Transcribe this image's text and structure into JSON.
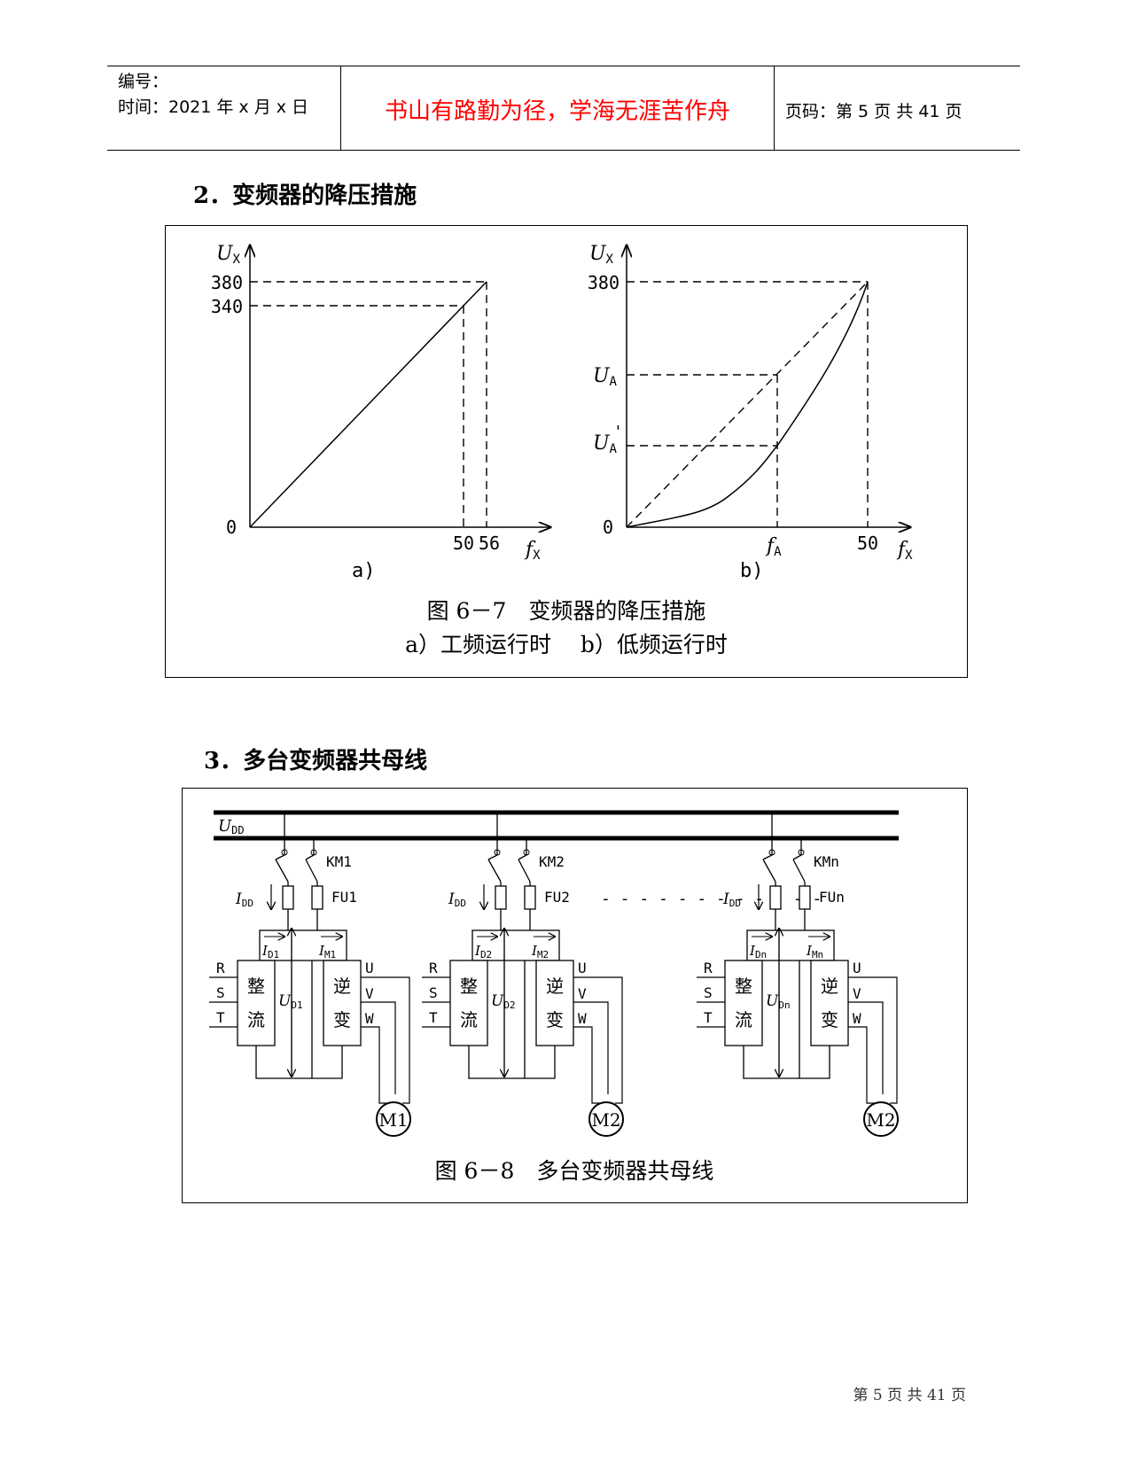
{
  "header": {
    "bianhao": "编号：",
    "shijian": "时间：2021 年 x 月 x 日",
    "motto": "书山有路勤为径，学海无涯苦作舟",
    "page_code": "页码：第 5 页  共 41 页"
  },
  "section2": {
    "heading": "2．变频器的降压措施"
  },
  "fig67": {
    "a": {
      "y_label": "U",
      "y_sub": "X",
      "x_label": "f",
      "x_sub": "X",
      "y_ticks": [
        "380",
        "340"
      ],
      "origin": "0",
      "x_ticks": [
        "50",
        "56"
      ],
      "panel_label": "a)"
    },
    "b": {
      "y_label": "U",
      "y_sub": "X",
      "x_label": "f",
      "x_sub": "X",
      "y_tick_380": "380",
      "ua_label": "U",
      "ua_sub": "A",
      "ua2_label": "U",
      "ua2_sub": "A",
      "ua2_prime": "'",
      "origin": "0",
      "fa_label": "f",
      "fa_sub": "A",
      "x_tick_50": "50",
      "panel_label": "b)"
    },
    "caption_line1": "图 6－7　变频器的降压措施",
    "caption_line2": "a）工频运行时　 b）低频运行时"
  },
  "section3": {
    "heading": "3．多台变频器共母线"
  },
  "fig68": {
    "bus_label": "U",
    "bus_sub": "DD",
    "dashes": "- - - - - - - - - - - -",
    "units": [
      {
        "km": "KM1",
        "fu": "FU1",
        "idd": "I",
        "idd_sub": "DD",
        "id": "I",
        "id_sub": "D1",
        "im": "I",
        "im_sub": "M1",
        "ud": "U",
        "ud_sub": "D1",
        "r": "R",
        "s": "S",
        "t": "T",
        "rect1": "整",
        "rect2": "流",
        "inv1": "逆",
        "inv2": "变",
        "u": "U",
        "v": "V",
        "w": "W",
        "motor": "M1"
      },
      {
        "km": "KM2",
        "fu": "FU2",
        "idd": "I",
        "idd_sub": "DD",
        "id": "I",
        "id_sub": "D2",
        "im": "I",
        "im_sub": "M2",
        "ud": "U",
        "ud_sub": "D2",
        "r": "R",
        "s": "S",
        "t": "T",
        "rect1": "整",
        "rect2": "流",
        "inv1": "逆",
        "inv2": "变",
        "u": "U",
        "v": "V",
        "w": "W",
        "motor": "M2"
      },
      {
        "km": "KMn",
        "fu": "FUn",
        "idd": "I",
        "idd_sub": "DD",
        "id": "I",
        "id_sub": "Dn",
        "im": "I",
        "im_sub": "Mn",
        "ud": "U",
        "ud_sub": "Dn",
        "r": "R",
        "s": "S",
        "t": "T",
        "rect1": "整",
        "rect2": "流",
        "inv1": "逆",
        "inv2": "变",
        "u": "U",
        "v": "V",
        "w": "W",
        "motor": "M2"
      }
    ],
    "caption": "图 6－8　多台变频器共母线"
  },
  "footer": "第 5 页 共 41 页"
}
